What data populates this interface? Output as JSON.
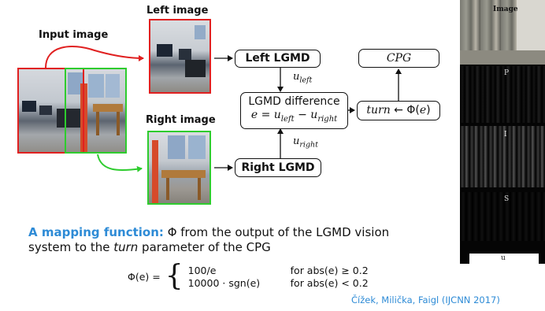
{
  "diagram": {
    "labels": {
      "input_image": "Input image",
      "left_image": "Left image",
      "right_image": "Right image"
    },
    "nodes": {
      "left_lgmd": "Left LGMD",
      "right_lgmd": "Right LGMD",
      "lgmd_diff_title": "LGMD difference",
      "cpg": "CPG"
    },
    "edge_labels": {
      "u_left_base": "u",
      "u_left_sub": "left",
      "u_right_base": "u",
      "u_right_sub": "right"
    },
    "colors": {
      "left": "#e02020",
      "right": "#2ecc2e",
      "accent": "#2e8bd6"
    }
  },
  "mapping": {
    "heading": "A mapping function:",
    "text_1": " Φ from the output of the LGMD vision system to the ",
    "text_italic": "turn",
    "text_2": " parameter of the CPG",
    "formula": {
      "lhs": "Φ(e) =",
      "case1_value": "100/e",
      "case1_cond": "for abs(e) ≥ 0.2",
      "case2_value": "10000 · sgn(e)",
      "case2_cond": "for abs(e) < 0.2"
    }
  },
  "citation": "Čížek, Milička, Faigl (IJCNN 2017)",
  "right_panel": {
    "labels": {
      "image": "Image",
      "p": "P",
      "i": "I",
      "s": "S",
      "u": "u"
    }
  }
}
